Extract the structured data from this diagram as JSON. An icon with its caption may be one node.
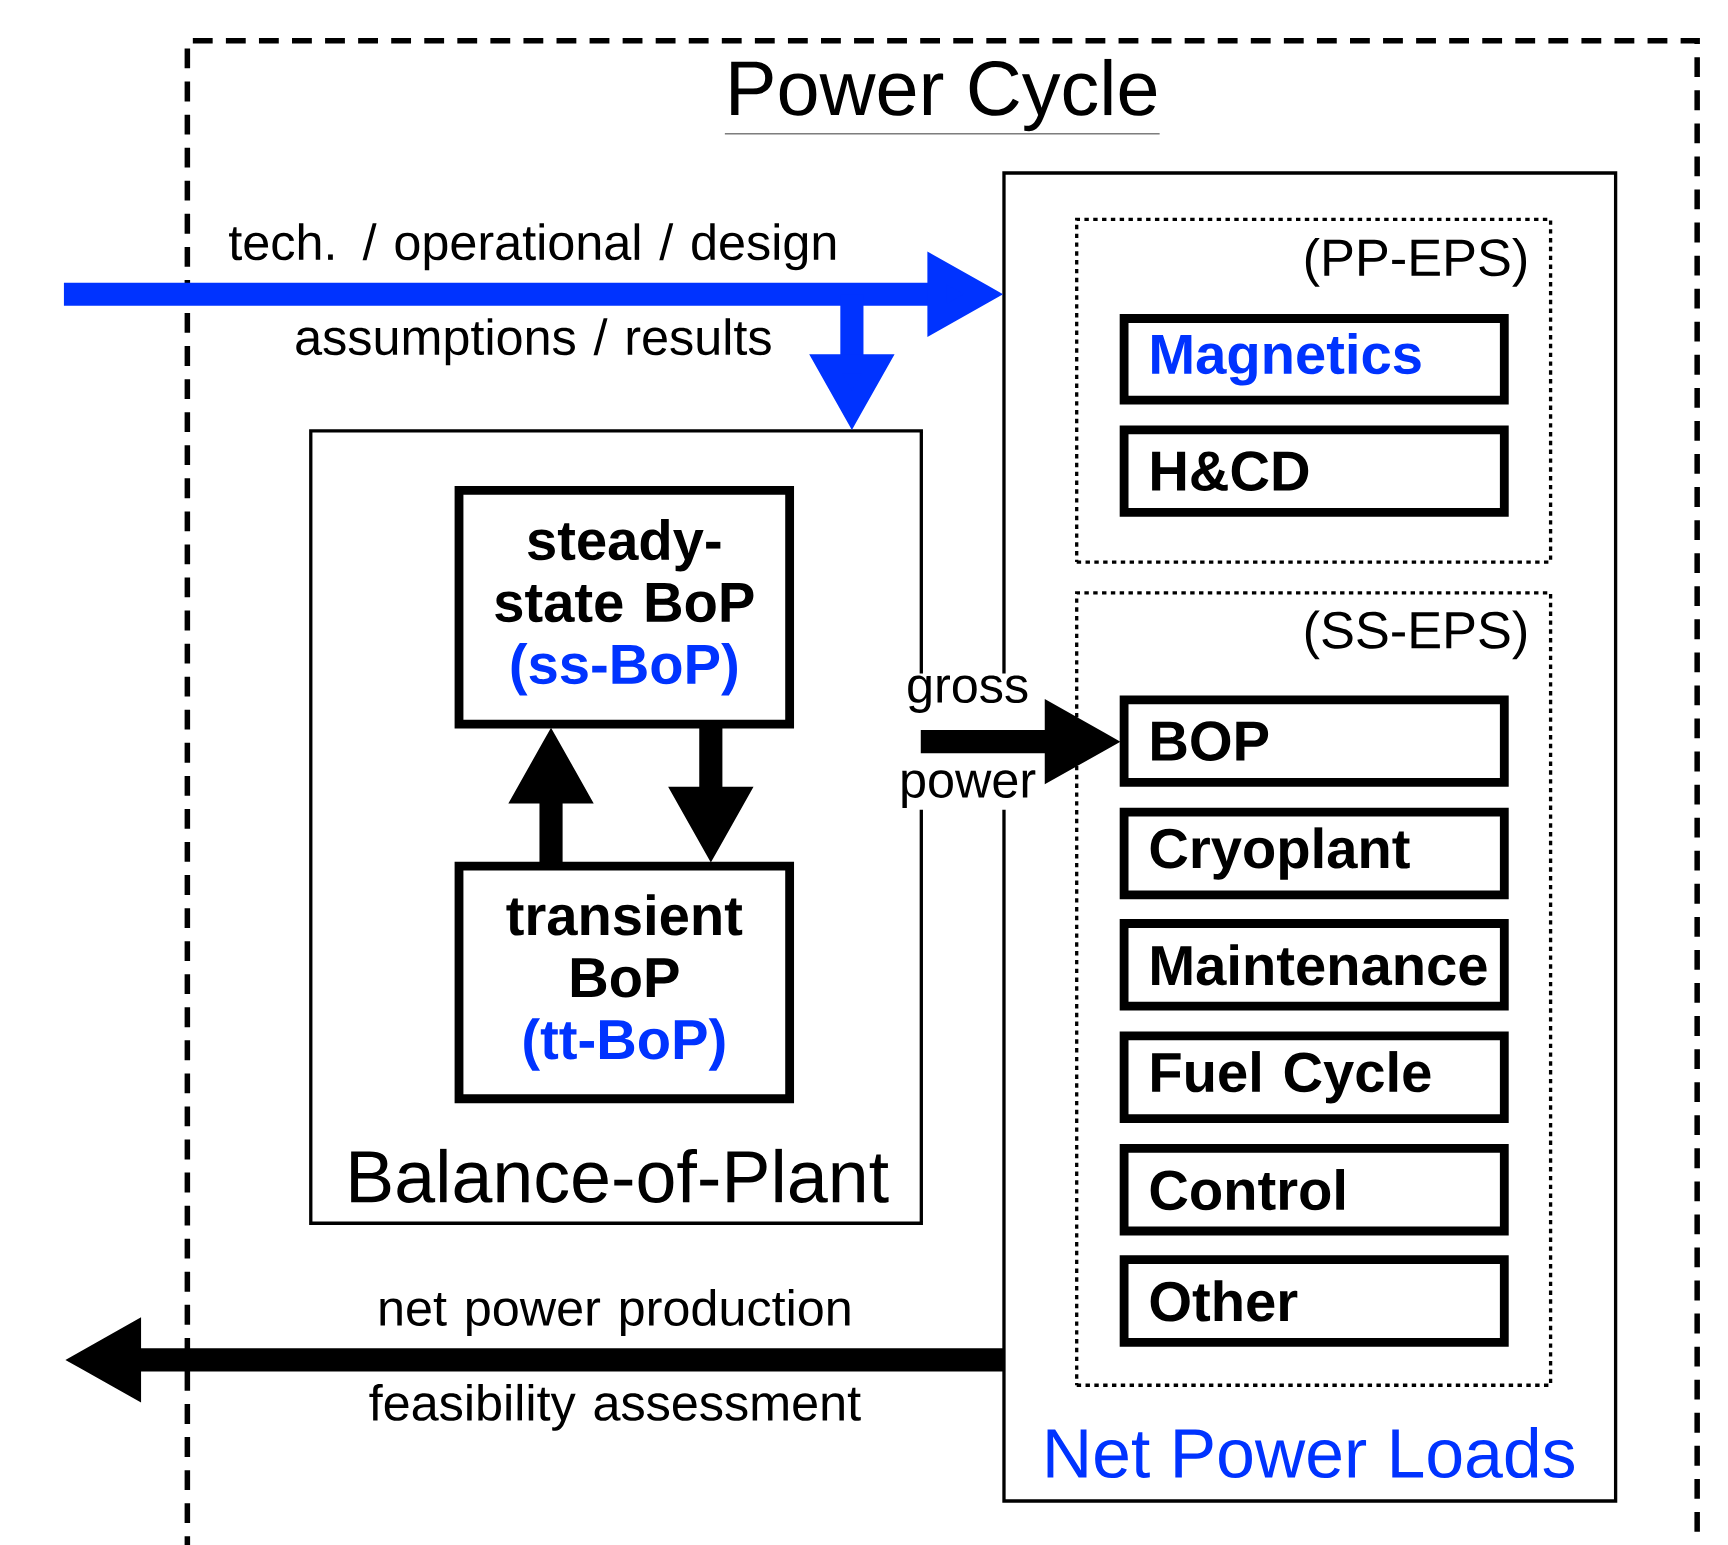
{
  "diagram": {
    "nodes": [
      {
        "text": [
          "Power Cycle"
        ]
      },
      {
        "text": [
          "Net Power Loads"
        ],
        "in": 0
      },
      {
        "text": [
          "(PP-EPS)"
        ],
        "in": 1
      },
      {
        "text": [
          "Magnetics"
        ],
        "in": 2
      },
      {
        "text": [
          "H&CD"
        ],
        "in": 2
      },
      {
        "text": [
          "(SS-EPS)"
        ],
        "in": 1
      },
      {
        "text": [
          "BOP"
        ],
        "in": 5
      },
      {
        "text": [
          "Cryoplant"
        ],
        "in": 5
      },
      {
        "text": [
          "Maintenance"
        ],
        "in": 5
      },
      {
        "text": [
          "Fuel Cycle"
        ],
        "in": 5
      },
      {
        "text": [
          "Control"
        ],
        "in": 5
      },
      {
        "text": [
          "Other"
        ],
        "in": 5
      },
      {
        "text": [
          "Balance-of-Plant"
        ],
        "in": 0
      },
      {
        "text": [
          "steady-state BoP",
          "(ss-BoP)"
        ],
        "in": 12
      },
      {
        "text": [
          "transient BoP",
          "(tt-BoP)"
        ],
        "in": 12
      }
    ],
    "edges": [
      {
        "from": null,
        "to": 1,
        "arrow": "to",
        "label": "tech. / operational / design assumptions / results",
        "color": "#0033ff"
      },
      {
        "from": null,
        "to": 12,
        "arrow": "to",
        "color": "#0033ff"
      },
      {
        "from": 1,
        "to": null,
        "arrow": "to",
        "label": "net power production feasibility assessment"
      },
      {
        "from": 12,
        "to": 6,
        "arrow": "to",
        "label": "gross power"
      },
      {
        "from": 14,
        "to": 13,
        "arrow": "to"
      },
      {
        "from": 13,
        "to": 14,
        "arrow": "to"
      }
    ]
  }
}
